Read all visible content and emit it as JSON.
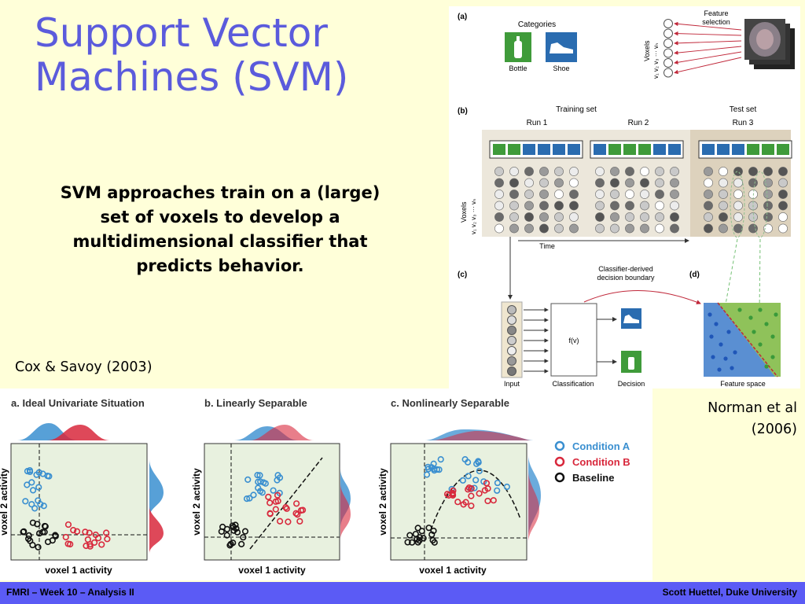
{
  "slide": {
    "title_line1": "Support Vector",
    "title_line2": "Machines (SVM)",
    "body": "SVM approaches train on a (large) set of voxels to develop a multidimensional classifier that predicts behavior.",
    "citation_left": "Cox & Savoy (2003)",
    "citation_right_line1": "Norman et al",
    "citation_right_line2": "(2006)"
  },
  "figure_top": {
    "panel_a": "(a)",
    "panel_b": "(b)",
    "panel_c": "(c)",
    "panel_d": "(d)",
    "categories": "Categories",
    "bottle": "Bottle",
    "shoe": "Shoe",
    "feature_selection_1": "Feature",
    "feature_selection_2": "selection",
    "voxels_label": "Voxels",
    "voxel_indices": "v₁ v₂ v₃ ··· vₙ",
    "training_set": "Training set",
    "test_set": "Test set",
    "run1": "Run 1",
    "run2": "Run 2",
    "run3": "Run 3",
    "time": "Time",
    "classifier_boundary_1": "Classifier-derived",
    "classifier_boundary_2": "decision boundary",
    "fv": "f(v)",
    "input": "Input",
    "classification": "Classification",
    "decision": "Decision",
    "feature_space": "Feature space"
  },
  "figure_bottom": {
    "panel_a_title": "a. Ideal Univariate Situation",
    "panel_b_title": "b. Linearly Separable",
    "panel_c_title": "c. Nonlinearly Separable",
    "xlabel": "voxel 1 activity",
    "ylabel": "voxel 2 activity",
    "legend": [
      {
        "label": "Condition A",
        "color": "#3a8fd0"
      },
      {
        "label": "Condition B",
        "color": "#d8283c"
      },
      {
        "label": "Baseline",
        "color": "#111111"
      }
    ]
  },
  "footer": {
    "left": "FMRI – Week 10 – Analysis II",
    "right": "Scott Huettel, Duke University"
  },
  "colors": {
    "title": "#5b5bdc",
    "background": "#ffffd9",
    "footer": "#5b5bf5"
  }
}
